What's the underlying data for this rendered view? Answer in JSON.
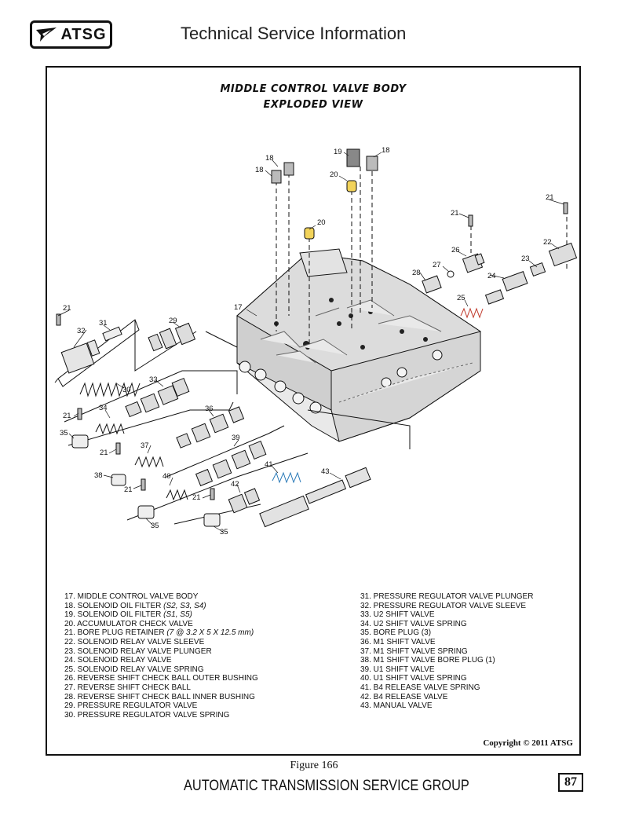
{
  "header": {
    "logo_text": "ATSG",
    "title": "Technical Service Information"
  },
  "diagram": {
    "title_line1": "MIDDLE CONTROL VALVE BODY",
    "title_line2": "EXPLODED VIEW",
    "callouts": [
      "17",
      "18",
      "18",
      "18",
      "19",
      "20",
      "20",
      "21",
      "21",
      "21",
      "21",
      "21",
      "21",
      "21",
      "22",
      "23",
      "24",
      "25",
      "26",
      "27",
      "28",
      "29",
      "30",
      "31",
      "32",
      "33",
      "34",
      "35",
      "35",
      "35",
      "36",
      "37",
      "38",
      "39",
      "40",
      "41",
      "42",
      "43"
    ]
  },
  "legend": {
    "left": [
      {
        "text": "17. MIDDLE CONTROL VALVE BODY",
        "note": ""
      },
      {
        "text": "18. SOLENOID OIL FILTER ",
        "note": "(S2, S3, S4)"
      },
      {
        "text": "19. SOLENOID OIL FILTER ",
        "note": "(S1, S5)"
      },
      {
        "text": "20. ACCUMULATOR CHECK VALVE",
        "note": ""
      },
      {
        "text": "21. BORE PLUG RETAINER ",
        "note": "(7 @ 3.2 X 5 X 12.5 mm)"
      },
      {
        "text": "22. SOLENOID RELAY VALVE SLEEVE",
        "note": ""
      },
      {
        "text": "23. SOLENOID RELAY VALVE PLUNGER",
        "note": ""
      },
      {
        "text": "24. SOLENOID RELAY VALVE",
        "note": ""
      },
      {
        "text": "25. SOLENOID RELAY VALVE SPRING",
        "note": ""
      },
      {
        "text": "26. REVERSE SHIFT CHECK BALL OUTER BUSHING",
        "note": ""
      },
      {
        "text": "27. REVERSE SHIFT CHECK BALL",
        "note": ""
      },
      {
        "text": "28. REVERSE SHIFT CHECK BALL INNER BUSHING",
        "note": ""
      },
      {
        "text": "29. PRESSURE REGULATOR VALVE",
        "note": ""
      },
      {
        "text": "30. PRESSURE REGULATOR VALVE SPRING",
        "note": ""
      }
    ],
    "right": [
      "31. PRESSURE REGULATOR VALVE PLUNGER",
      "32. PRESSURE REGULATOR VALVE SLEEVE",
      "33. U2 SHIFT VALVE",
      "34. U2 SHIFT VALVE SPRING",
      "35. BORE PLUG (3)",
      "36. M1 SHIFT VALVE",
      "37. M1 SHIFT VALVE SPRING",
      "38. M1 SHIFT VALVE BORE PLUG (1)",
      "39. U1 SHIFT VALVE",
      "40. U1 SHIFT VALVE SPRING",
      "41. B4 RELEASE VALVE SPRING",
      "42. B4 RELEASE VALVE",
      "43. MANUAL VALVE"
    ]
  },
  "copyright": "Copyright © 2011 ATSG",
  "figure_label": "Figure 166",
  "footer": {
    "title": "AUTOMATIC TRANSMISSION SERVICE GROUP",
    "page_number": "87"
  },
  "colors": {
    "ink": "#111111",
    "spring_accent_red": "#c0392b",
    "spring_accent_blue": "#2a7ab8",
    "filter_accent_yellow": "#f2d35a"
  }
}
